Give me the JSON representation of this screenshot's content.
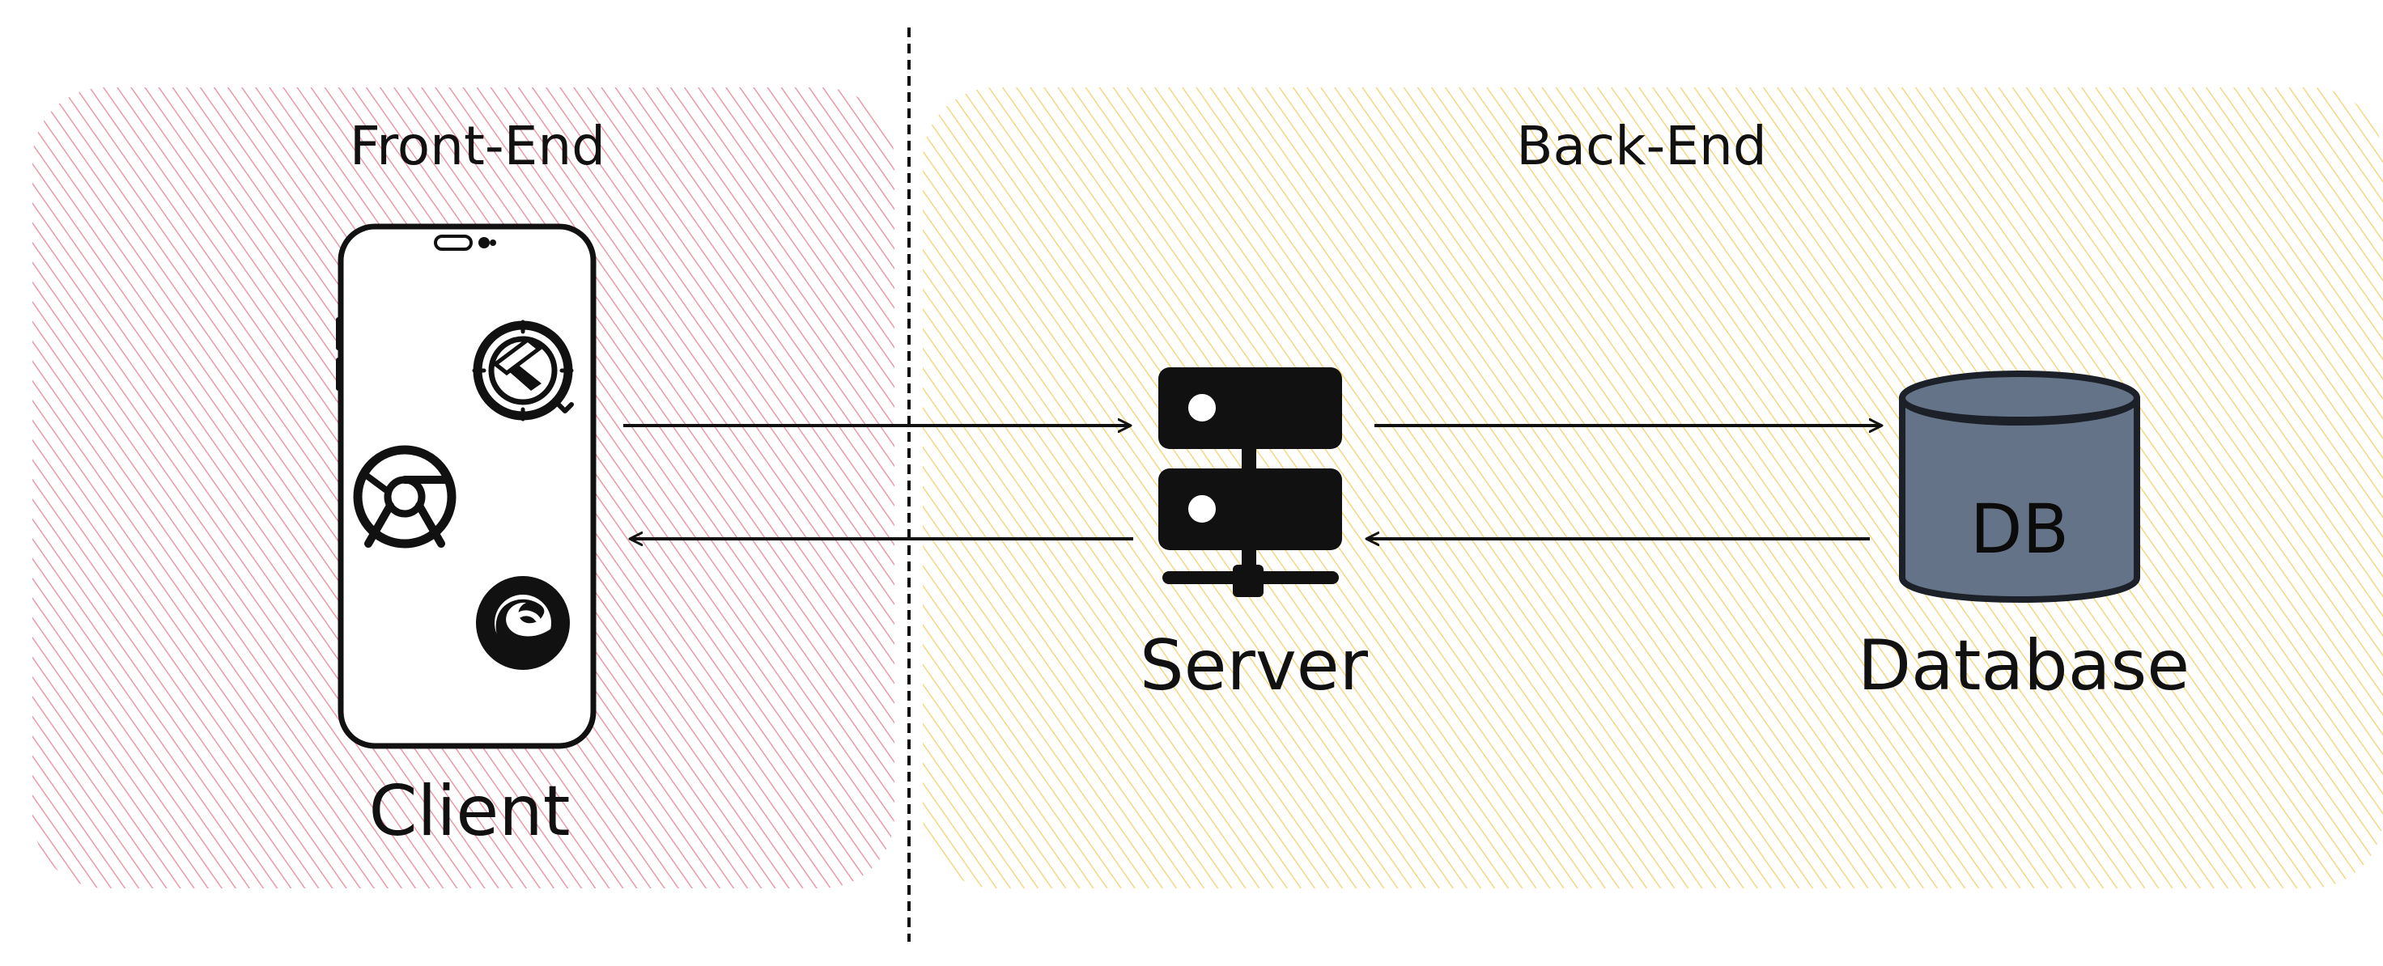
{
  "diagram": {
    "zones": {
      "frontend_title": "Front-End",
      "backend_title": "Back-End",
      "frontend_color": "#e77b91",
      "backend_color": "#f2cf62"
    },
    "nodes": {
      "client_label": "Client",
      "server_label": "Server",
      "database_label": "Database",
      "db_text": "DB",
      "database_color": "#647387"
    },
    "icons": {
      "client_device": "smartphone-icon",
      "server": "server-icon",
      "database": "database-icon",
      "browser_1": "safari-icon",
      "browser_2": "chrome-icon",
      "browser_3": "firefox-icon"
    }
  }
}
